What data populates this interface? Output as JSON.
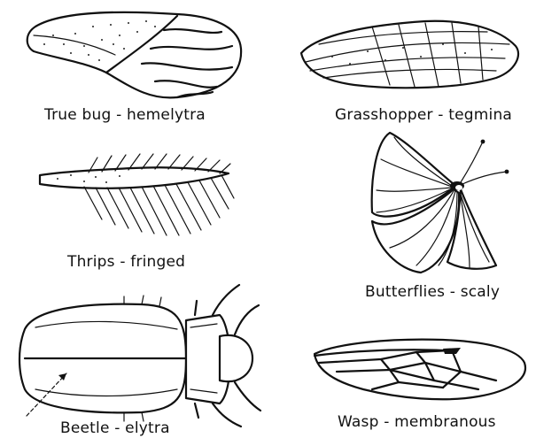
{
  "labels": {
    "true_bug": "True bug - hemelytra",
    "grasshopper": "Grasshopper - tegmina",
    "thrips": "Thrips - fringed",
    "butterflies": "Butterflies - scaly",
    "beetle": "Beetle - elytra",
    "wasp": "Wasp - membranous"
  }
}
